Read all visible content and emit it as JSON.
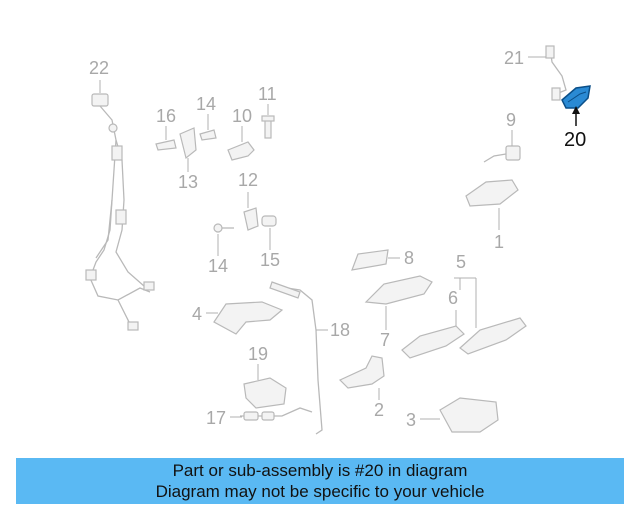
{
  "callouts": {
    "c1": "1",
    "c2": "2",
    "c3": "3",
    "c4": "4",
    "c5": "5",
    "c6": "6",
    "c7": "7",
    "c8": "8",
    "c9": "9",
    "c10": "10",
    "c11": "11",
    "c12": "12",
    "c13": "13",
    "c14a": "14",
    "c14b": "14",
    "c15": "15",
    "c16": "16",
    "c17": "17",
    "c18": "18",
    "c19": "19",
    "c20": "20",
    "c21": "21",
    "c22": "22"
  },
  "highlight": {
    "part": "20",
    "color": "#1a78c2"
  },
  "banner": {
    "line1": "Part or sub-assembly is #20 in diagram",
    "line2": "Diagram may not be specific to your vehicle",
    "color": "#5ab9f3"
  }
}
